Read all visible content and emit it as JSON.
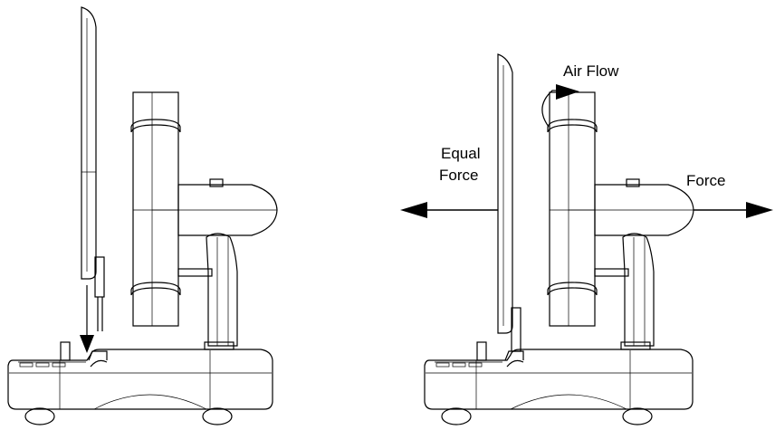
{
  "labels": {
    "air_flow": "Air Flow",
    "equal_force_line1": "Equal",
    "equal_force_line2": "Force",
    "force": "Force"
  }
}
